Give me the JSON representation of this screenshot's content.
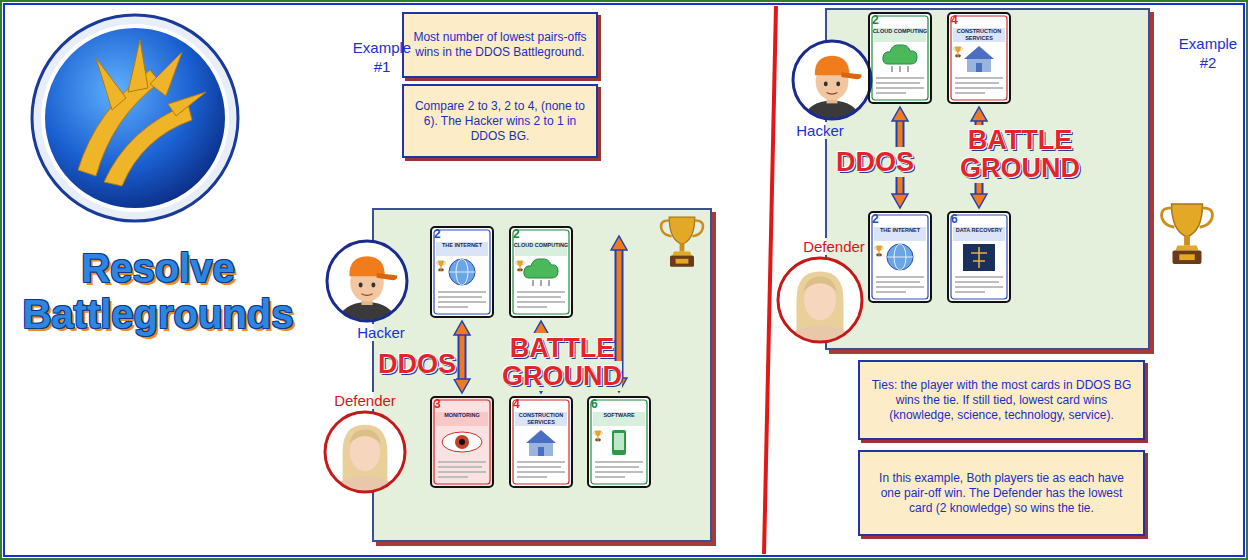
{
  "diagram": {
    "title": "Resolve Battlegrounds",
    "nodes": [
      {
        "text": [
          "Most number of lowest pairs-offs wins in the DDOS Battleground."
        ]
      },
      {
        "text": [
          "Compare 2 to 3, 2 to 4, (none to 6). The Hacker wins 2 to 1 in DDOS BG."
        ]
      },
      {
        "text": [
          "Hacker"
        ]
      },
      {
        "text": [
          "DDOS",
          "BATTLE GROUND"
        ]
      },
      {
        "text": [
          "2",
          "THE INTERNET"
        ],
        "in": 3
      },
      {
        "text": [
          "2",
          "CLOUD COMPUTING"
        ],
        "in": 3
      },
      {
        "text": [
          "Defender"
        ]
      },
      {
        "text": [
          "3",
          "MONITORING"
        ],
        "in": 3
      },
      {
        "text": [
          "4",
          "CONSTRUCTION SERVICES"
        ],
        "in": 3
      },
      {
        "text": [
          "6",
          "SOFTWARE"
        ],
        "in": 3
      },
      {
        "text": [
          "Hacker"
        ]
      },
      {
        "text": [
          "DDOS",
          "BATTLE GROUND"
        ]
      },
      {
        "text": [
          "2",
          "CLOUD COMPUTING"
        ],
        "in": 11
      },
      {
        "text": [
          "4",
          "CONSTRUCTION SERVICES"
        ],
        "in": 11
      },
      {
        "text": [
          "Defender"
        ]
      },
      {
        "text": [
          "2",
          "THE INTERNET"
        ],
        "in": 11
      },
      {
        "text": [
          "6",
          "DATA RECOVERY"
        ],
        "in": 11
      },
      {
        "text": [
          "Ties: the player with the most cards in DDOS BG wins the tie. If still tied, lowest card wins (knowledge, science, technology, service)."
        ]
      },
      {
        "text": [
          "In this example, Both players tie as each have one pair-off win. The Defender has the lowest card (2 knowledge) so wins the tie."
        ]
      }
    ],
    "edges": [
      {
        "from": 4,
        "to": 7,
        "arrow": "both"
      },
      {
        "from": 5,
        "to": 8,
        "arrow": "both"
      },
      {
        "from": 12,
        "to": 15,
        "arrow": "both"
      },
      {
        "from": 13,
        "to": 16,
        "arrow": "both"
      }
    ],
    "labels": [
      "Example #1",
      "Example #2"
    ]
  }
}
